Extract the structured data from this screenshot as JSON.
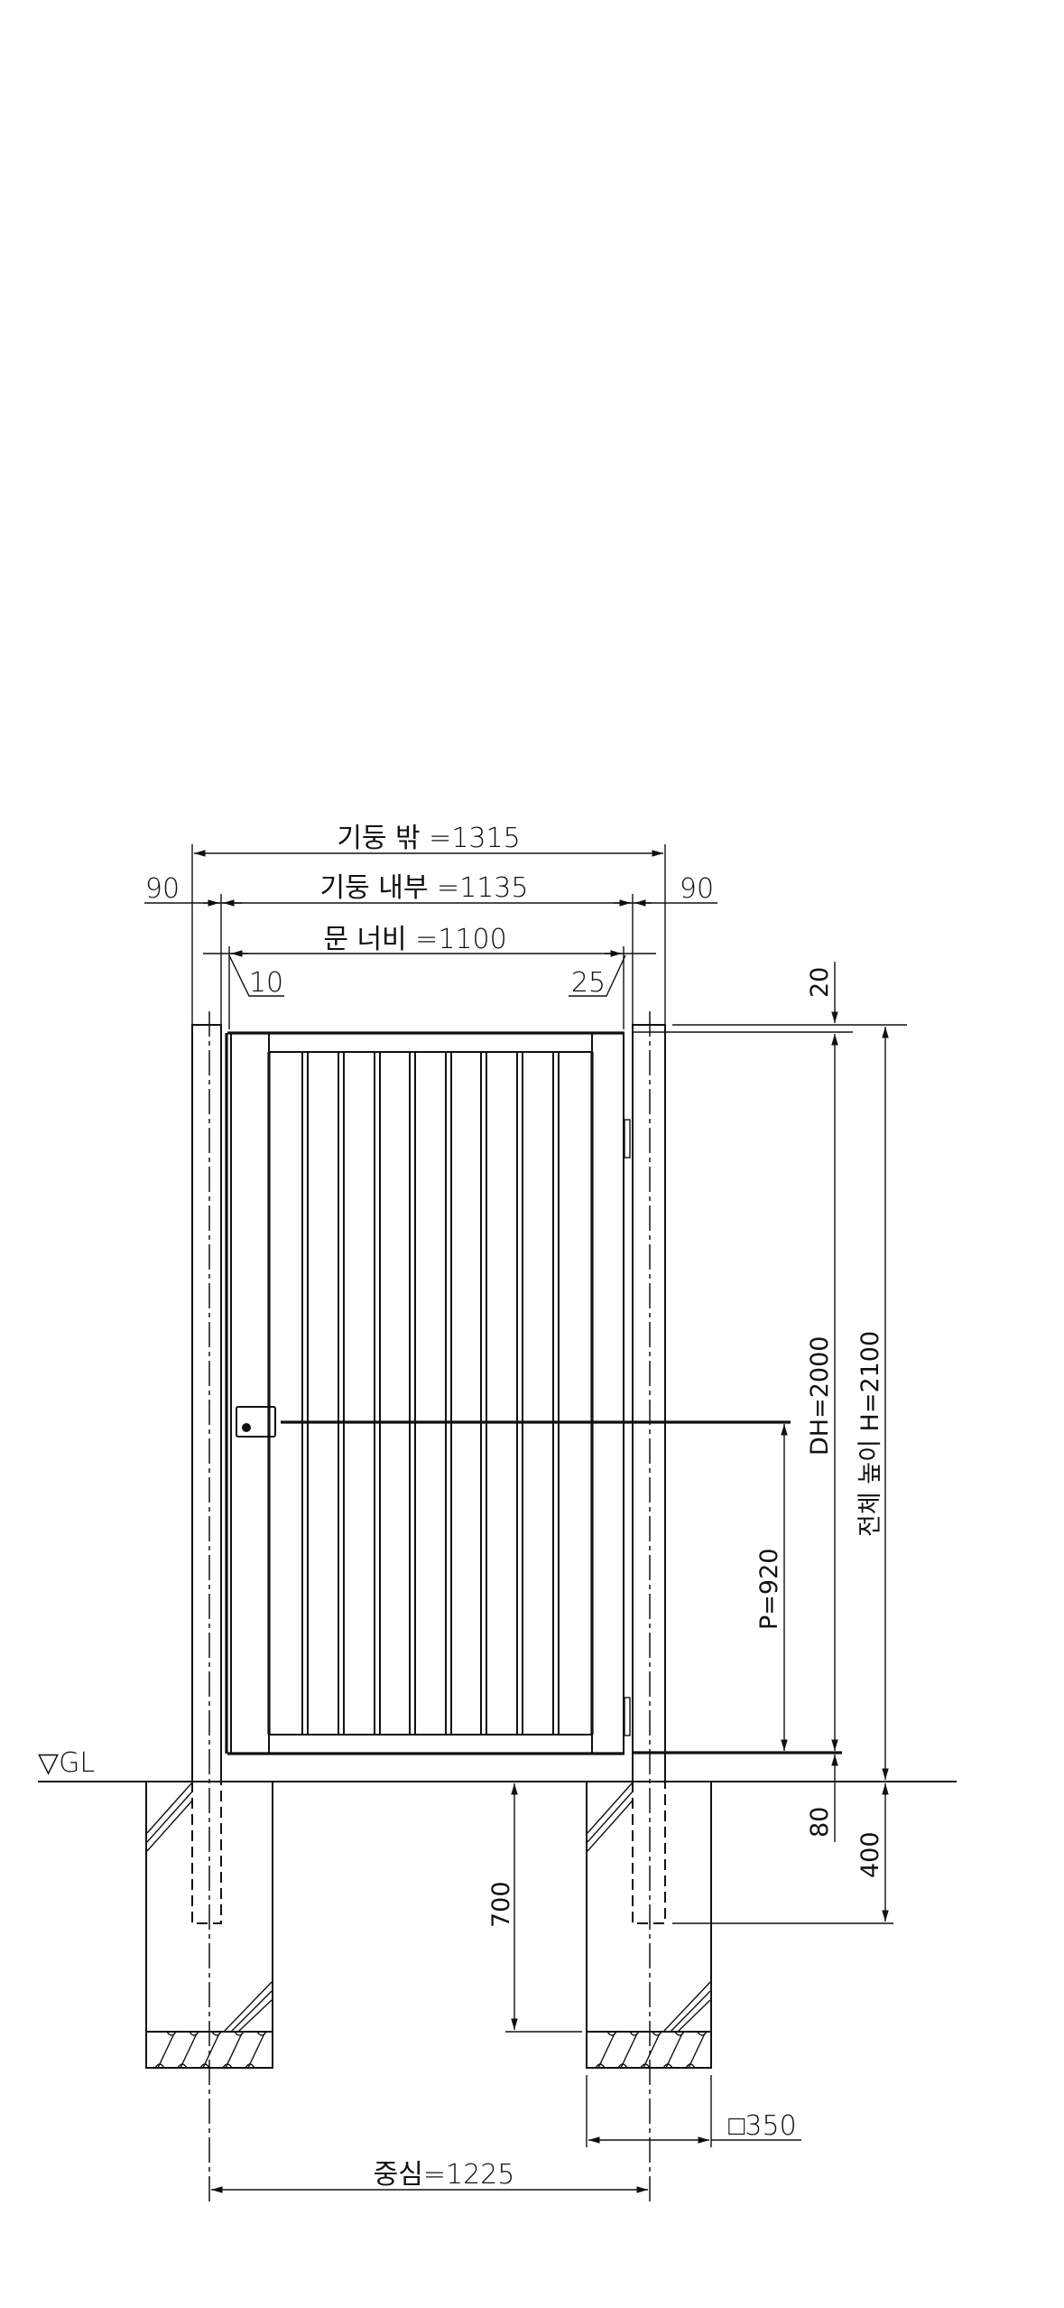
{
  "drawing": {
    "title": "Single swing gate elevation",
    "colors": {
      "line": "#111111",
      "background": "#ffffff"
    },
    "width_dims": {
      "post_outer": "기둥 밖 =1315",
      "post_inner": "기둥 내부 =1135",
      "door_width": "문 너비 =1100",
      "post_left": "90",
      "post_right": "90",
      "gap_left": "10",
      "gap_right": "25"
    },
    "height_dims": {
      "top_offset": "20",
      "door_height": "DH=2000",
      "total_height": "전체 높이 H=2100",
      "handle_height": "P=920",
      "bottom_gap": "80",
      "embed_depth": "400",
      "footing_depth": "700"
    },
    "ground_label": "▽GL",
    "footing_size": "□350",
    "center_distance": "중심=1225"
  }
}
